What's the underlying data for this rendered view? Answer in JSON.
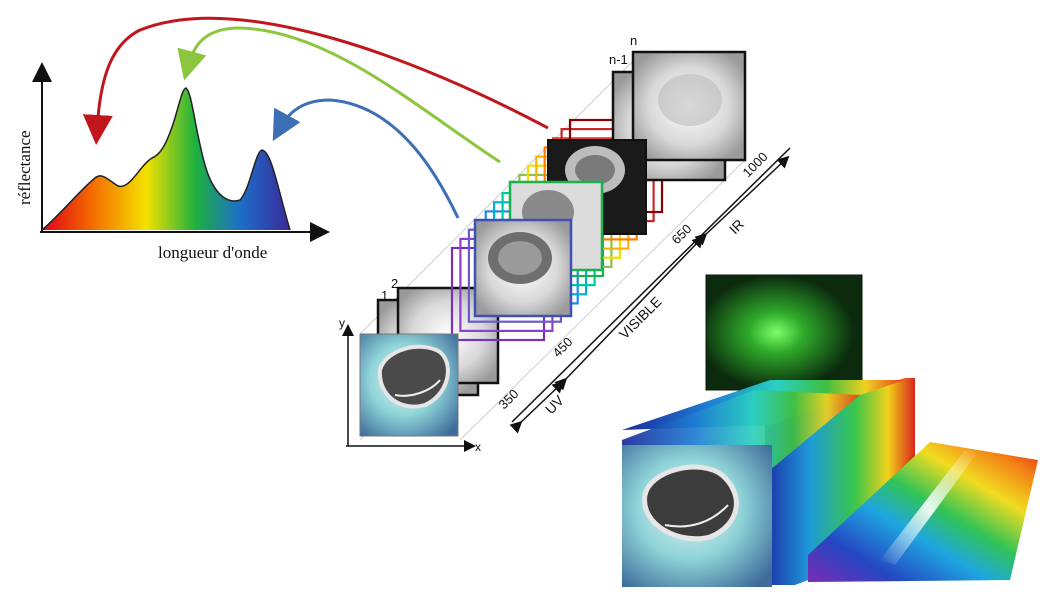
{
  "spectrum_plot": {
    "y_label": "réflectance",
    "x_label": "longueur d'onde"
  },
  "cube": {
    "band_labels": [
      "1",
      "2",
      "n-1",
      "n"
    ],
    "axis_x": "x",
    "axis_y": "y",
    "wavelengths": [
      "350",
      "450",
      "650",
      "1000"
    ],
    "regions": [
      "UV",
      "VISIBLE",
      "IR"
    ]
  },
  "colors": {
    "arrow_red": "#c0161c",
    "arrow_green": "#8cc63f",
    "arrow_blue": "#3d6fb6",
    "frame_colors": [
      "#7b2fbe",
      "#8a3fd0",
      "#6a5acd",
      "#3f51b5",
      "#1e88e5",
      "#00b0d8",
      "#00c8a0",
      "#19b34a",
      "#8bc34a",
      "#f0e000",
      "#ffb000",
      "#ff7a00",
      "#e53935",
      "#c62828",
      "#8b0000"
    ]
  }
}
